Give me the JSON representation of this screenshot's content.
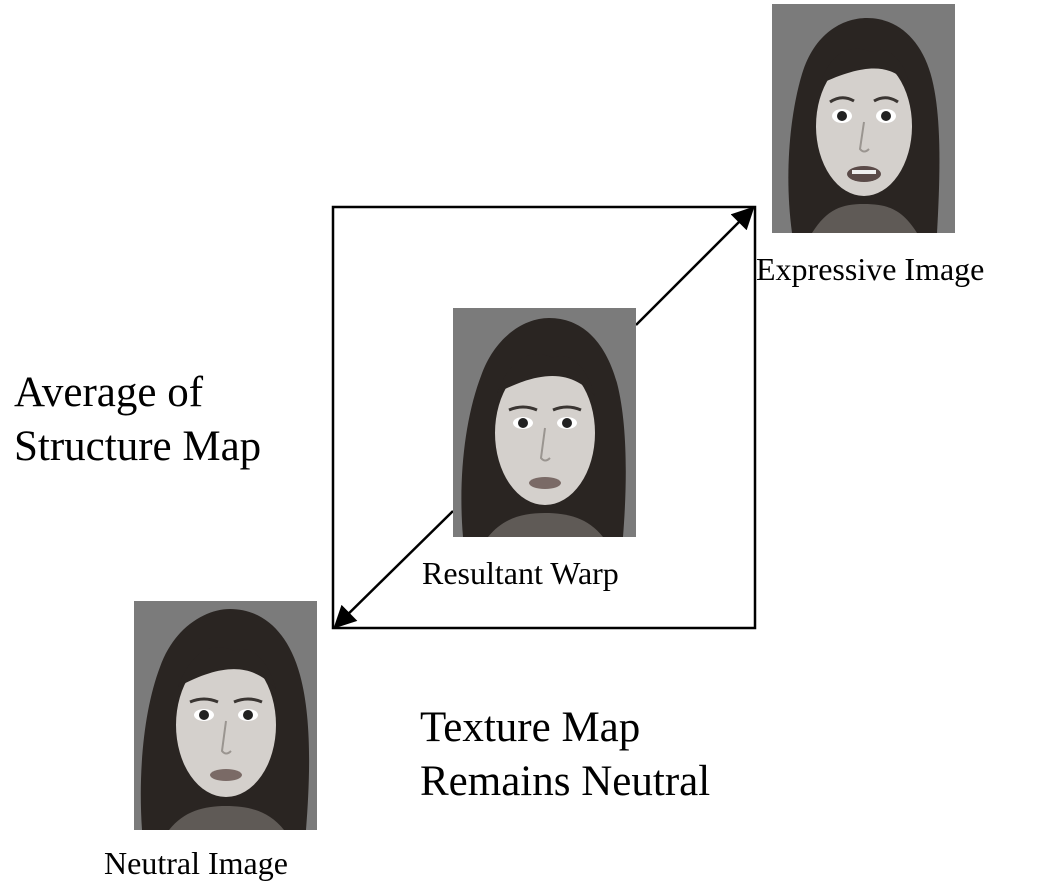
{
  "labels": {
    "expressive": "Expressive Image",
    "resultant": "Resultant Warp",
    "neutral": "Neutral Image",
    "average_line1": "Average of",
    "average_line2": "Structure Map",
    "texture_line1": "Texture Map",
    "texture_line2": "Remains Neutral"
  },
  "colors": {
    "photo_background": "#7b7b7b",
    "hair": "#2a2522",
    "skin": "#d4d0cc",
    "line": "#000000"
  },
  "icons": {
    "expressive": "face-photo-expressive",
    "resultant": "face-photo-warp",
    "neutral": "face-photo-neutral"
  }
}
